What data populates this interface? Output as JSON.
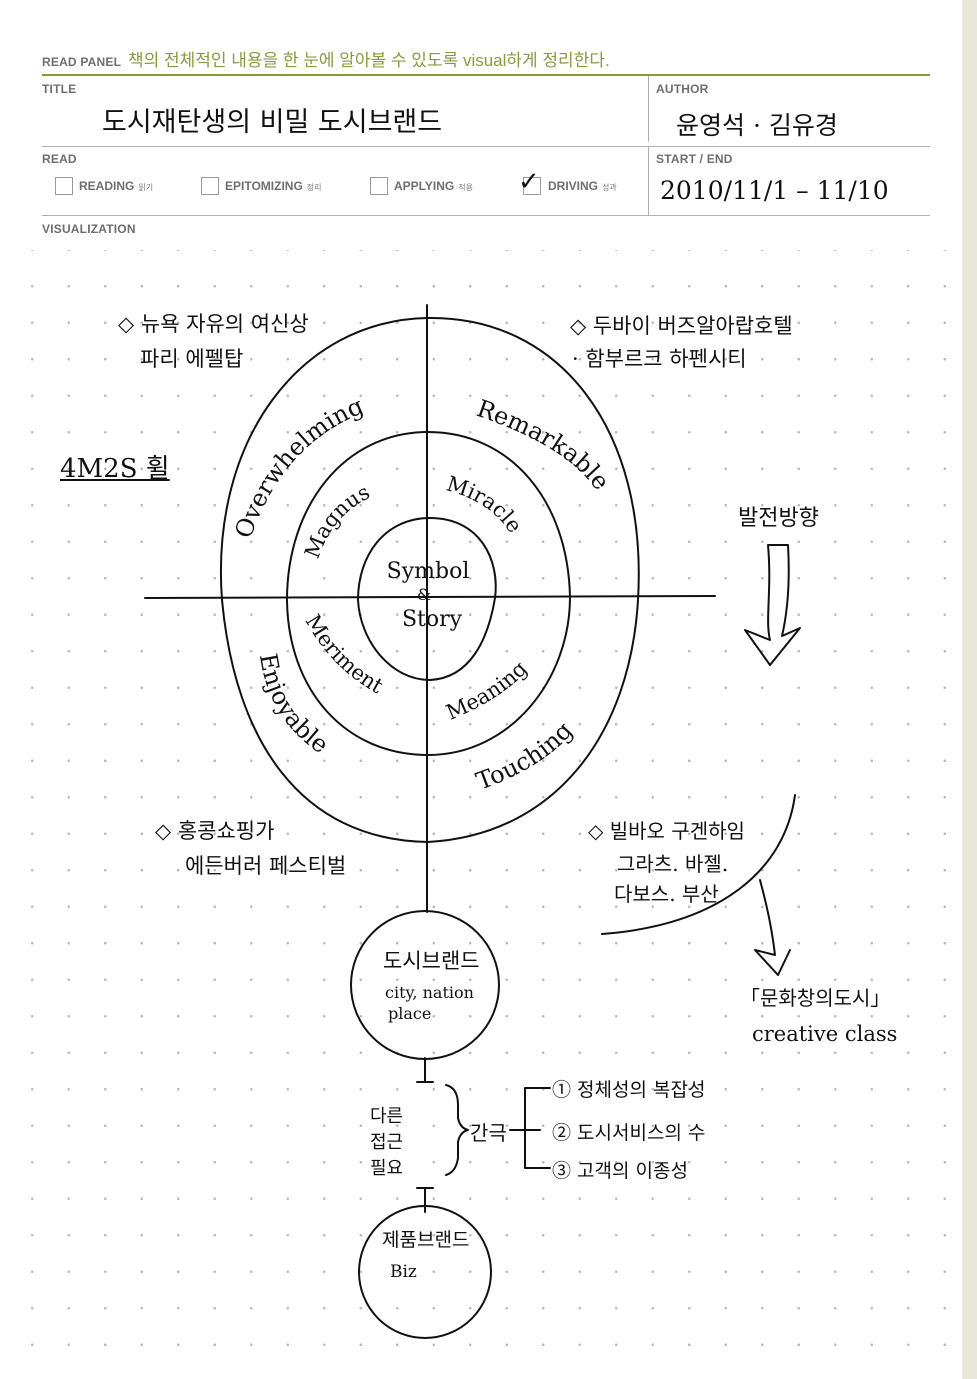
{
  "panel": {
    "read_panel_label": "READ PANEL",
    "instruction": "책의 전체적인 내용을 한 눈에 알아볼 수 있도록 visual하게 정리한다."
  },
  "fields": {
    "title_label": "TITLE",
    "title_value": "도시재탄생의 비밀  도시브랜드",
    "author_label": "AUTHOR",
    "author_value": "윤영석 · 김유경",
    "read_label": "READ",
    "start_end_label": "START / END",
    "start_end_value": "2010/11/1 – 11/10",
    "visualization_label": "VISUALIZATION"
  },
  "read_options": [
    {
      "label": "READING",
      "sub": "읽기",
      "checked": false
    },
    {
      "label": "EPITOMIZING",
      "sub": "정리",
      "checked": false
    },
    {
      "label": "APPLYING",
      "sub": "적용",
      "checked": false
    },
    {
      "label": "DRIVING",
      "sub": "성과",
      "checked": true
    }
  ],
  "diagram": {
    "center": [
      "Symbol",
      "&",
      "Story"
    ],
    "middle_ring": [
      "Magnus",
      "Miracle",
      "Meriment",
      "Meaning"
    ],
    "outer_ring": [
      "Overwhelming",
      "Remarkable",
      "Enjoyable",
      "Touching"
    ],
    "left_note": "4M2S 휠",
    "note_top_left": [
      "◇ 뉴욕 자유의 여신상",
      "파리 에펠탑"
    ],
    "note_top_right": [
      "◇ 두바이 버즈알아랍호텔",
      "· 함부르크 하펜시티"
    ],
    "note_right_direction": "발전방향",
    "note_bottom_left": [
      "◇ 홍콩쇼핑가",
      "에든버러 페스티벌"
    ],
    "note_bottom_right": [
      "◇ 빌바오 구겐하임",
      "그라츠. 바젤.",
      "다보스. 부산"
    ],
    "culture_city": [
      "「문화창의도시」",
      "creative class"
    ],
    "city_brand_circle": [
      "도시브랜드",
      "city, nation",
      "place"
    ],
    "need_label": [
      "다른",
      "접근",
      "필요"
    ],
    "difference_label": "간극",
    "difference_items": [
      "① 정체성의 복잡성",
      "② 도시서비스의 수",
      "③ 고객의 이종성"
    ],
    "product_brand_circle": [
      "제품브랜드",
      "Biz"
    ]
  }
}
